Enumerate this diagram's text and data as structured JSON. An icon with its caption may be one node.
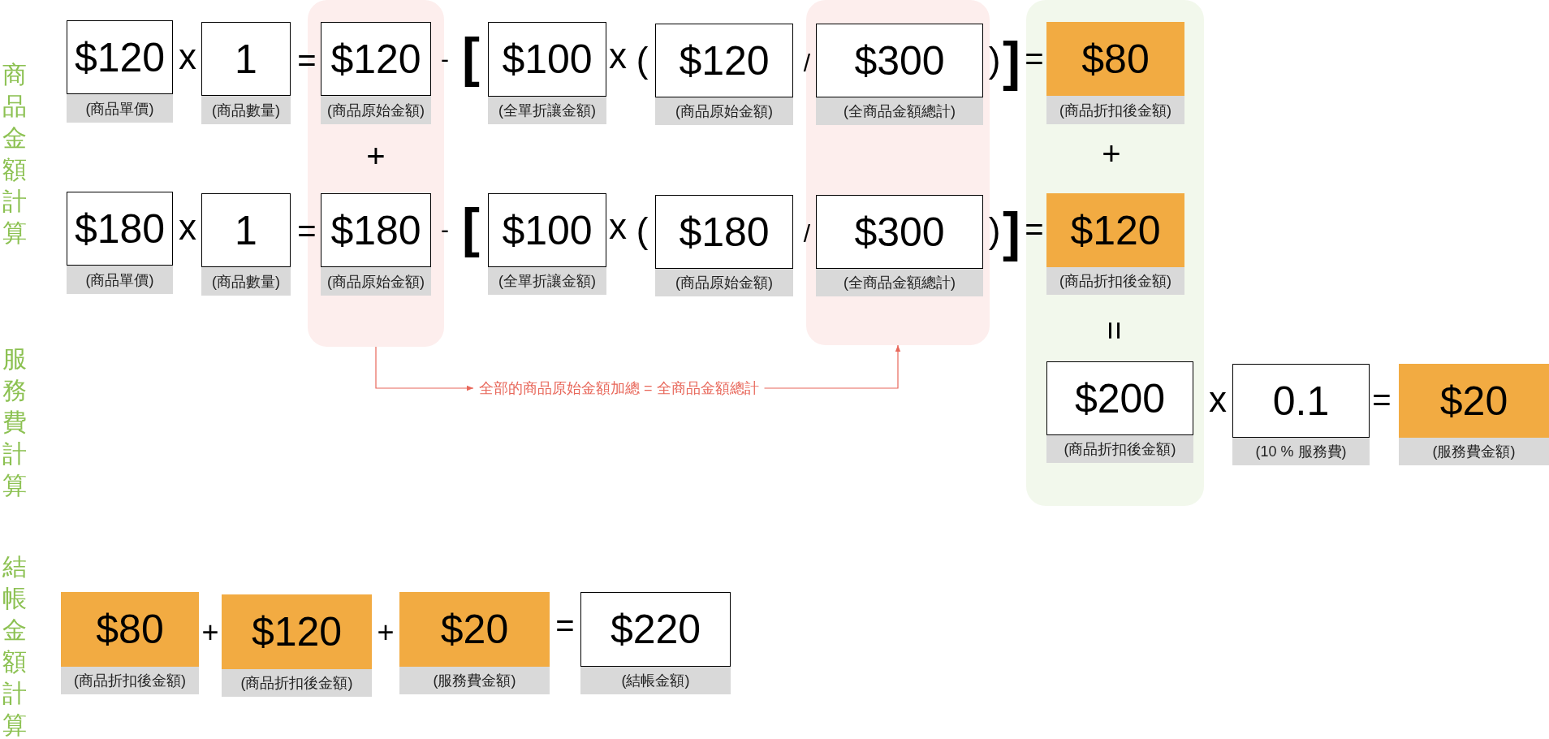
{
  "diagram": {
    "nodes": [
      {
        "text": [
          "$120"
        ]
      },
      {
        "text": [
          "(商品單價)"
        ]
      },
      {
        "text": [
          "1"
        ]
      },
      {
        "text": [
          "(商品數量)"
        ]
      },
      {
        "text": [],
        "shape": "box"
      },
      {
        "text": [
          "$120"
        ],
        "in": 4
      },
      {
        "text": [
          "(商品原始金額)"
        ],
        "in": 4
      },
      {
        "text": [
          "$100"
        ]
      },
      {
        "text": [
          "(全單折讓金額)"
        ]
      },
      {
        "text": [
          "$120"
        ]
      },
      {
        "text": [
          "(商品原始金額)"
        ]
      },
      {
        "text": [],
        "shape": "box"
      },
      {
        "text": [
          "$300"
        ],
        "in": 11
      },
      {
        "text": [
          "(全商品金額總計)"
        ],
        "in": 11
      },
      {
        "text": [],
        "shape": "box"
      },
      {
        "text": [
          "$80"
        ],
        "in": 14
      },
      {
        "text": [
          "(商品折扣後金額)"
        ],
        "in": 14
      },
      {
        "text": [
          "$180"
        ]
      },
      {
        "text": [
          "(商品單價)"
        ]
      },
      {
        "text": [
          "1"
        ]
      },
      {
        "text": [
          "(商品數量)"
        ]
      },
      {
        "text": [
          "$180"
        ],
        "in": 4
      },
      {
        "text": [
          "(商品原始金額)"
        ],
        "in": 4
      },
      {
        "text": [
          "$100"
        ]
      },
      {
        "text": [
          "(全單折讓金額)"
        ]
      },
      {
        "text": [
          "$180"
        ]
      },
      {
        "text": [
          "(商品原始金額)"
        ]
      },
      {
        "text": [
          "$300"
        ],
        "in": 11
      },
      {
        "text": [
          "(全商品金額總計)"
        ],
        "in": 11
      },
      {
        "text": [
          "$120"
        ],
        "in": 14
      },
      {
        "text": [
          "(商品折扣後金額)"
        ],
        "in": 14
      },
      {
        "text": [
          "全部的商品原始金額加總 = 全商品金額總計"
        ]
      },
      {
        "text": [
          "$200"
        ],
        "in": 14
      },
      {
        "text": [
          "(商品折扣後金額)"
        ],
        "in": 14
      },
      {
        "text": [
          "0.1"
        ]
      },
      {
        "text": [
          "(10 % 服務費)"
        ]
      },
      {
        "text": [
          "$20"
        ]
      },
      {
        "text": [
          "(服務費金額)"
        ]
      },
      {
        "text": [
          "$80"
        ]
      },
      {
        "text": [
          "(商品折扣後金額)"
        ]
      },
      {
        "text": [
          "$120"
        ]
      },
      {
        "text": [
          "(商品折扣後金額)"
        ]
      },
      {
        "text": [
          "$20"
        ]
      },
      {
        "text": [
          "(服務費金額)"
        ]
      },
      {
        "text": [
          "$220"
        ]
      },
      {
        "text": [
          "(結帳金額)"
        ]
      }
    ],
    "edges": [
      {
        "from": 4,
        "to": 31,
        "arrow": "to"
      },
      {
        "from": 31,
        "to": 11,
        "arrow": "to"
      }
    ],
    "labels": [
      "商品金額計算",
      "x",
      "=",
      "-",
      "[",
      "x",
      "(",
      "/",
      ")",
      "]",
      "=",
      "+",
      "+",
      "x",
      "=",
      "-",
      "[",
      "x",
      "(",
      "/",
      ")",
      "]",
      "=",
      "=",
      "服務費計算",
      "x",
      "=",
      "結帳金額計算",
      "+",
      "+",
      "="
    ]
  }
}
